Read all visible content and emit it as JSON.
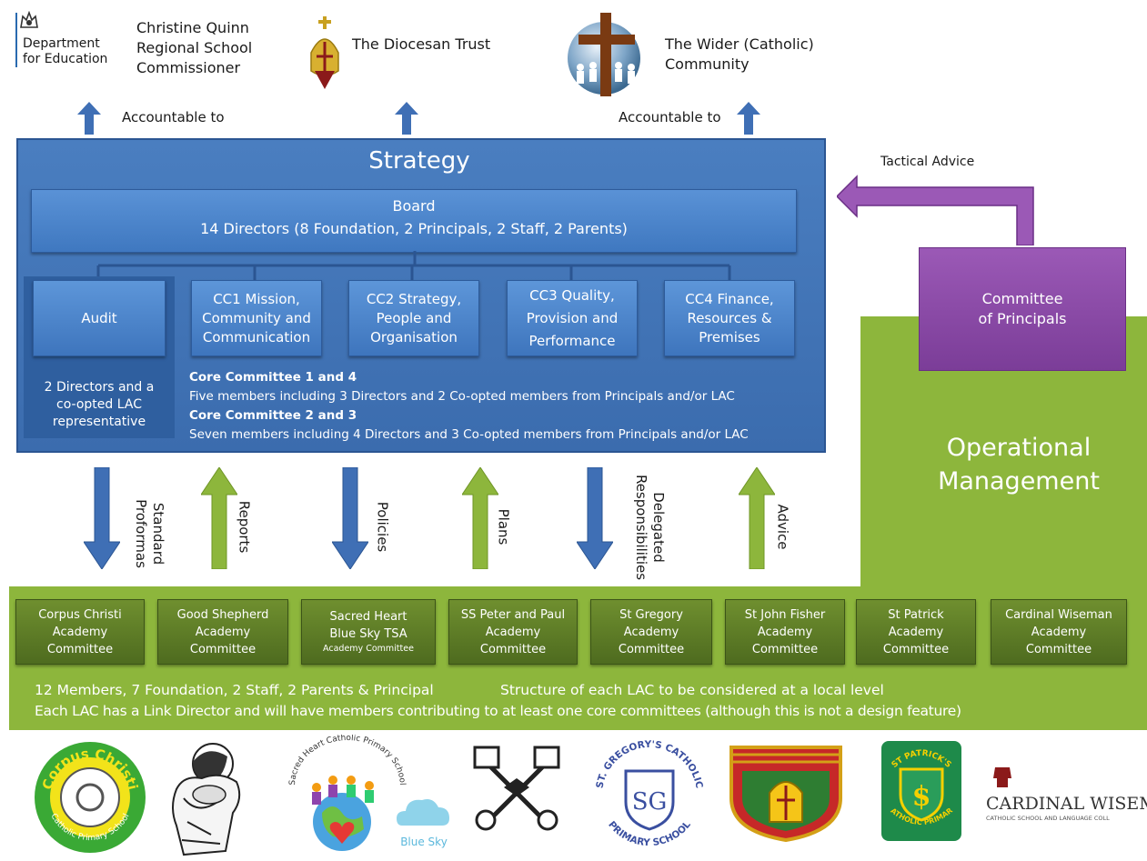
{
  "header": {
    "dfe": {
      "line1": "Department",
      "line2": "for Education"
    },
    "rsc": {
      "line1": "Christine Quinn",
      "line2": "Regional School",
      "line3": "Commissioner"
    },
    "diocese": "The Diocesan Trust",
    "community": {
      "line1": "The Wider (Catholic)",
      "line2": "Community"
    },
    "accountable_left": "Accountable to",
    "accountable_right": "Accountable to"
  },
  "strategy": {
    "title": "Strategy",
    "board": {
      "title": "Board",
      "subtitle": "14 Directors (8 Foundation, 2 Principals, 2 Staff, 2 Parents)"
    },
    "audit": {
      "title": "Audit",
      "desc_line1": "2 Directors and a",
      "desc_line2": "co-opted  LAC",
      "desc_line3": "representative"
    },
    "committees": [
      {
        "lines": [
          "CC1 Mission,",
          "Community and",
          "Communication"
        ]
      },
      {
        "lines": [
          "CC2 Strategy,",
          "People and",
          "Organisation"
        ]
      },
      {
        "lines": [
          "CC3 Quality,",
          "Provision and",
          "Performance"
        ]
      },
      {
        "lines": [
          "CC4 Finance,",
          "Resources &",
          "Premises"
        ]
      }
    ],
    "core1_title": "Core Committee 1 and 4",
    "core1_desc": "Five members including  3 Directors and 2 Co-opted members  from Principals and/or LAC",
    "core2_title": "Core Committee 2 and 3",
    "core2_desc": "Seven members  including 4 Directors and 3 Co-opted members  from Principals and/or LAC"
  },
  "tactical_advice": "Tactical  Advice",
  "committee_of_principals": {
    "line1": "Committee",
    "line2": "of Principals"
  },
  "operational": {
    "line1": "Operational",
    "line2": "Management"
  },
  "flows": [
    {
      "label_line1": "Standard",
      "label_line2": "Proformas",
      "direction": "down",
      "color": "#3f6fb5"
    },
    {
      "label_line1": "Reports",
      "label_line2": "",
      "direction": "up",
      "color": "#8db63c"
    },
    {
      "label_line1": "Policies",
      "label_line2": "",
      "direction": "down",
      "color": "#3f6fb5"
    },
    {
      "label_line1": "Plans",
      "label_line2": "",
      "direction": "up",
      "color": "#8db63c"
    },
    {
      "label_line1": "Delegated",
      "label_line2": "Responsibilities",
      "direction": "down",
      "color": "#3f6fb5"
    },
    {
      "label_line1": "Advice",
      "label_line2": "",
      "direction": "up",
      "color": "#8db63c"
    }
  ],
  "lacs": [
    {
      "line1": "Corpus Christi",
      "line2": "Academy",
      "line3": "Committee"
    },
    {
      "line1": "Good Shepherd",
      "line2": "Academy",
      "line3": "Committee"
    },
    {
      "line1": "Sacred Heart",
      "line2": "Blue Sky TSA",
      "line3": "Academy  Committee"
    },
    {
      "line1": "SS Peter and Paul",
      "line2": "Academy",
      "line3": "Committee"
    },
    {
      "line1": "St Gregory",
      "line2": "Academy",
      "line3": "Committee"
    },
    {
      "line1": "St John Fisher",
      "line2": "Academy",
      "line3": "Committee"
    },
    {
      "line1": "St Patrick",
      "line2": "Academy",
      "line3": "Committee"
    },
    {
      "line1": "Cardinal Wiseman",
      "line2": "Academy",
      "line3": "Committee"
    }
  ],
  "footer": {
    "members": "12 Members, 7 Foundation, 2 Staff, 2 Parents & Principal",
    "structure": "Structure of each LAC to be considered at a local level",
    "link": "Each LAC has a Link Director and will have members contributing to at least one core committees (although this is not a design feature)"
  },
  "logos": {
    "corpus_top": "Corpus Christi",
    "corpus_bottom": "Catholic Primary School",
    "sacred_heart": "Sacred Heart Catholic Primary School",
    "blue_sky": "Blue Sky",
    "st_gregory_top": "ST. GREGORY'S CATHOLIC",
    "st_gregory_bottom": "PRIMARY SCHOOL",
    "st_gregory_mono": "SG",
    "st_patrick_top": "ST PATRICK'S",
    "st_patrick_bottom": "CATHOLIC PRIMARY",
    "cardinal": "CARDINAL WISEMA",
    "cardinal_sub": "CATHOLIC SCHOOL AND LANGUAGE COLL"
  }
}
